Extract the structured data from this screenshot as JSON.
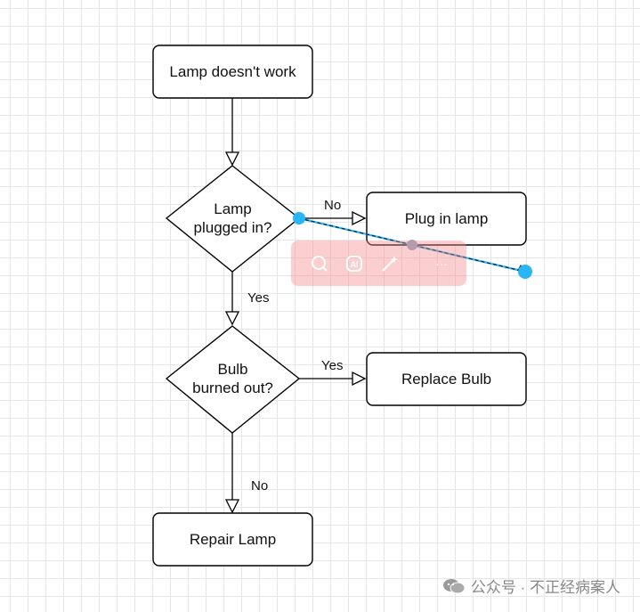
{
  "nodes": {
    "start": "Lamp doesn't work",
    "decision1": [
      "Lamp",
      "plugged in?"
    ],
    "plug": "Plug in lamp",
    "decision2": [
      "Bulb",
      "burned out?"
    ],
    "replace": "Replace Bulb",
    "repair": "Repair Lamp"
  },
  "edges": {
    "d1_no": "No",
    "d1_yes": "Yes",
    "d2_yes": "Yes",
    "d2_no": "No"
  },
  "toolbar": {
    "icons": [
      "search-icon",
      "ai-icon",
      "magic-wand-icon",
      "more-icon"
    ],
    "more": "···"
  },
  "footer": {
    "text": "公众号 · 不正经病案人"
  },
  "colors": {
    "stroke": "#000000",
    "handle": "#29b6f6",
    "toolbar": "#f58c8c",
    "grid": "#e6e6e6"
  }
}
